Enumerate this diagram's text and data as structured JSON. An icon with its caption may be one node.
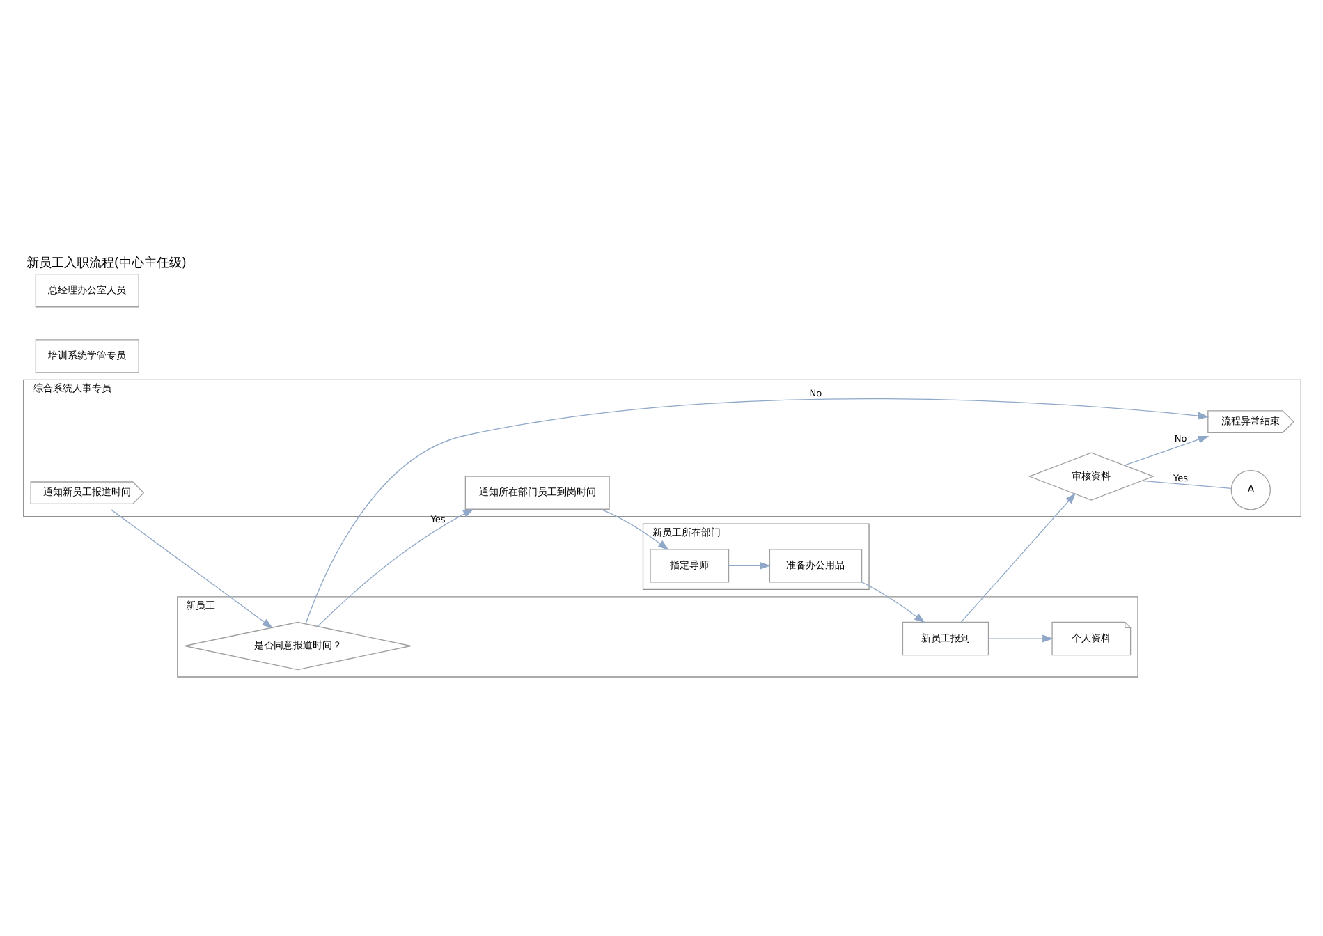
{
  "diagram": {
    "title": "新员工入职流程(中心主任级)",
    "nodes": [
      {
        "text": [
          "综合系统人事专员"
        ]
      },
      {
        "text": [
          "新员工"
        ]
      },
      {
        "text": [
          "培训系统学管专员"
        ]
      },
      {
        "text": [
          "新员工所在部门"
        ]
      },
      {
        "text": [
          "总经理办公室人员"
        ]
      },
      {
        "text": [
          "通知新员工报道时间"
        ],
        "in": 0
      },
      {
        "text": [
          "通知所在部门员工到岗时间"
        ],
        "in": 0
      },
      {
        "text": [
          "流程异常结束"
        ],
        "in": 0
      },
      {
        "text": [
          "审核资料"
        ],
        "in": 0
      },
      {
        "text": [
          "A"
        ],
        "in": 0
      },
      {
        "text": [
          "是否同意报道时间？"
        ],
        "in": 1
      },
      {
        "text": [
          "新员工报到"
        ],
        "in": 1
      },
      {
        "text": [
          "个人资料"
        ],
        "in": 1
      },
      {
        "text": [
          "指定导师"
        ],
        "in": 3
      },
      {
        "text": [
          "准备办公用品"
        ],
        "in": 3
      }
    ],
    "edges": [
      {
        "from": 5,
        "to": 10,
        "arrow": "to"
      },
      {
        "from": 10,
        "to": 6,
        "arrow": "to",
        "label": "Yes"
      },
      {
        "from": 10,
        "to": 7,
        "arrow": "to",
        "label": "No"
      },
      {
        "from": 6,
        "to": 13,
        "arrow": "to"
      },
      {
        "from": 13,
        "to": 14,
        "arrow": "to"
      },
      {
        "from": 14,
        "to": 11,
        "arrow": "to"
      },
      {
        "from": 11,
        "to": 8,
        "arrow": "to"
      },
      {
        "from": 11,
        "to": 12,
        "arrow": "to"
      },
      {
        "from": 8,
        "to": 7,
        "arrow": "to",
        "label": "No"
      },
      {
        "from": 8,
        "to": 9,
        "arrow": "none",
        "label": "Yes"
      }
    ]
  }
}
